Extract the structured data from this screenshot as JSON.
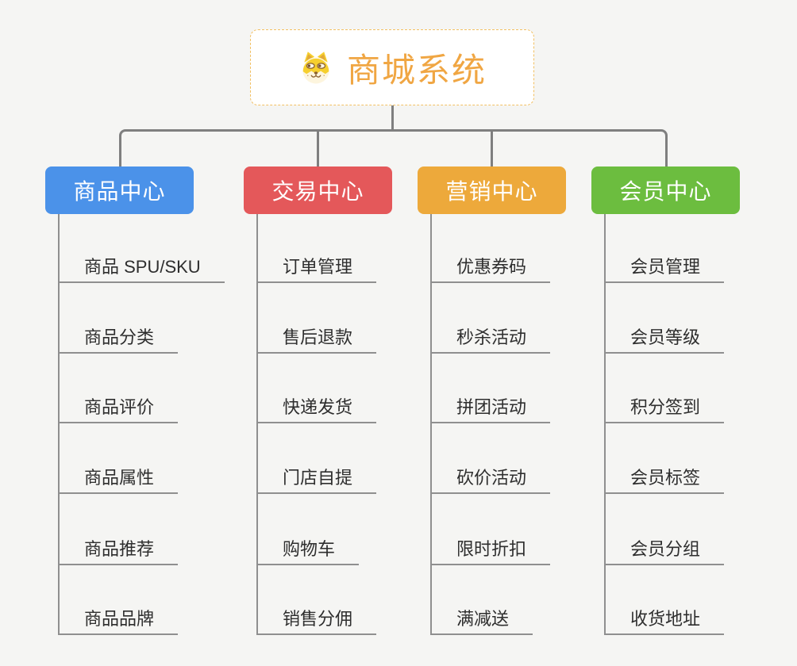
{
  "page": {
    "background_color": "#f5f5f3",
    "connector_color": "#7f7f7f"
  },
  "root": {
    "title": "商城系统",
    "icon": "doge-icon",
    "text_color": "#f0a643",
    "border_color": "#f2c063"
  },
  "branches": [
    {
      "label": "商品中心",
      "color": "#4b92e9",
      "items": [
        "商品 SPU/SKU",
        "商品分类",
        "商品评价",
        "商品属性",
        "商品推荐",
        "商品品牌"
      ]
    },
    {
      "label": "交易中心",
      "color": "#e4585a",
      "items": [
        "订单管理",
        "售后退款",
        "快递发货",
        "门店自提",
        "购物车",
        "销售分佣"
      ]
    },
    {
      "label": "营销中心",
      "color": "#eda93b",
      "items": [
        "优惠券码",
        "秒杀活动",
        "拼团活动",
        "砍价活动",
        "限时折扣",
        "满减送"
      ]
    },
    {
      "label": "会员中心",
      "color": "#6cbd3f",
      "items": [
        "会员管理",
        "会员等级",
        "积分签到",
        "会员标签",
        "会员分组",
        "收货地址"
      ]
    }
  ]
}
